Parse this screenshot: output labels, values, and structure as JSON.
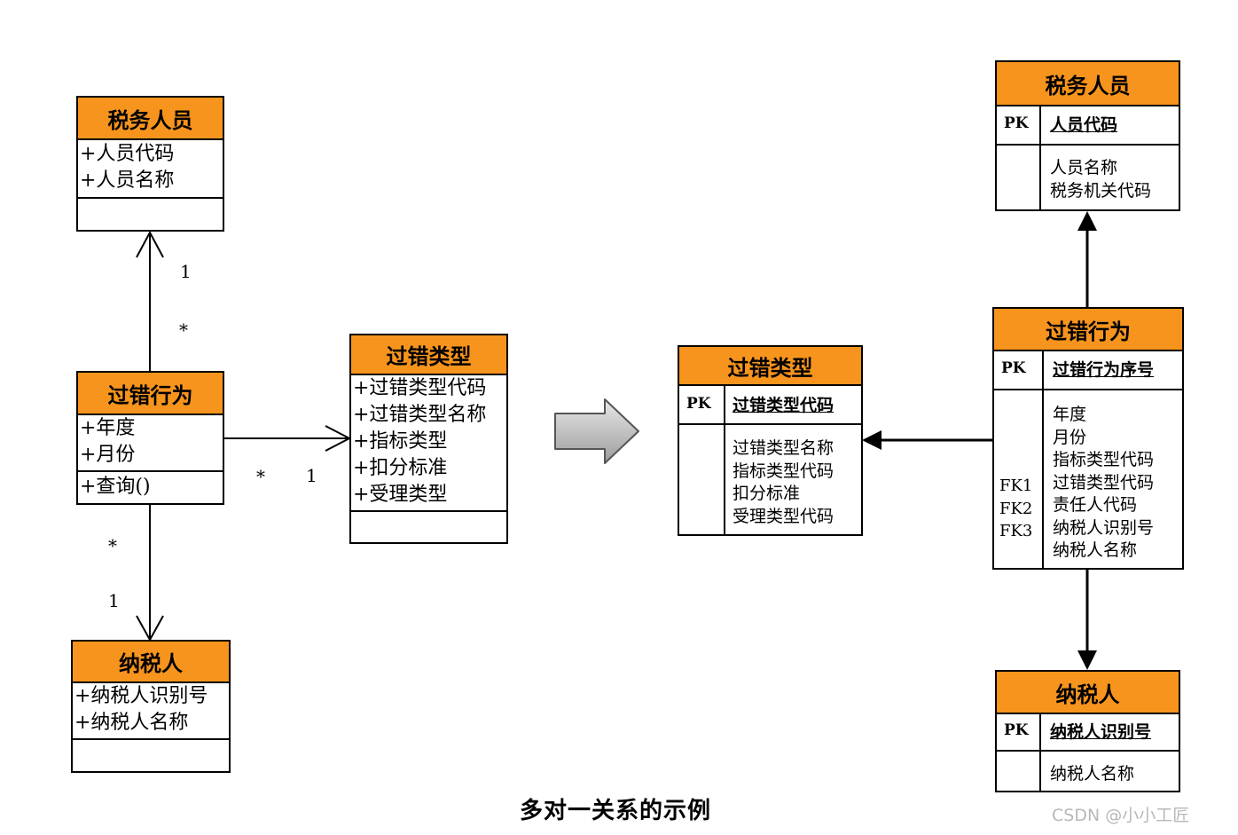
{
  "uml": {
    "staff": {
      "title": "税务人员",
      "attrs": [
        "+人员代码",
        "+人员名称"
      ]
    },
    "behavior": {
      "title": "过错行为",
      "attrs": [
        "+年度",
        "+月份"
      ],
      "ops": [
        "+查询()"
      ]
    },
    "taxpayer": {
      "title": "纳税人",
      "attrs": [
        "+纳税人识别号",
        "+纳税人名称"
      ]
    },
    "errtype": {
      "title": "过错类型",
      "attrs": [
        "+过错类型代码",
        "+过错类型名称",
        "+指标类型",
        "+扣分标准",
        "+受理类型"
      ]
    },
    "mult": {
      "staff_one": "1",
      "staff_many": "*",
      "type_many": "*",
      "type_one": "1",
      "tp_many": "*",
      "tp_one": "1"
    }
  },
  "er": {
    "staff": {
      "title": "税务人员",
      "pk_label": "PK",
      "pk_name": "人员代码",
      "fields": [
        "人员名称",
        "税务机关代码"
      ]
    },
    "errtype": {
      "title": "过错类型",
      "pk_label": "PK",
      "pk_name": "过错类型代码",
      "fields": [
        "过错类型名称",
        "指标类型代码",
        "扣分标准",
        "受理类型代码"
      ]
    },
    "behavior": {
      "title": "过错行为",
      "pk_label": "PK",
      "pk_name": "过错行为序号",
      "fk_labels": [
        "FK1",
        "FK2",
        "FK3"
      ],
      "fields": [
        "年度",
        "月份",
        "指标类型代码",
        "过错类型代码",
        "责任人代码",
        "纳税人识别号",
        "纳税人名称"
      ]
    },
    "taxpayer": {
      "title": "纳税人",
      "pk_label": "PK",
      "pk_name": "纳税人识别号",
      "fields": [
        "纳税人名称"
      ]
    }
  },
  "caption": "多对一关系的示例",
  "watermark": "CSDN @小小工匠",
  "colors": {
    "header": "#f7941d",
    "arrow": "#c8c8c8"
  }
}
